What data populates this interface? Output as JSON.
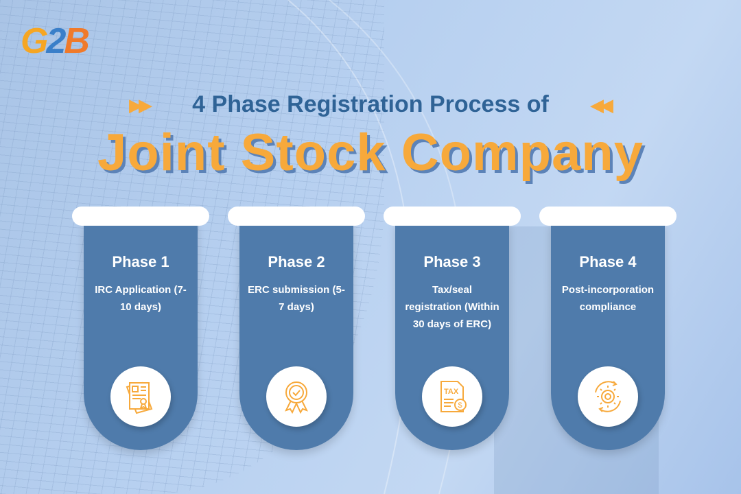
{
  "logo": {
    "text_g": "G",
    "text_2": "2",
    "text_b": "B"
  },
  "header": {
    "subtitle": "4 Phase Registration Process of",
    "title": "Joint Stock Company",
    "arrow_left": "▶▶",
    "arrow_right": "◀◀"
  },
  "phases": [
    {
      "label": "Phase 1",
      "desc": "IRC Application (7-10 days)",
      "icon": "certificate-icon"
    },
    {
      "label": "Phase 2",
      "desc": "ERC submission (5-7 days)",
      "icon": "award-badge-icon"
    },
    {
      "label": "Phase 3",
      "desc": "Tax/seal registration (Within 30 days of ERC)",
      "icon": "tax-document-icon",
      "icon_text": "TAX"
    },
    {
      "label": "Phase 4",
      "desc": "Post-incorporation compliance",
      "icon": "gear-cycle-icon"
    }
  ],
  "colors": {
    "accent": "#f7a93b",
    "card": "#4f7bab",
    "title": "#2f6396"
  }
}
